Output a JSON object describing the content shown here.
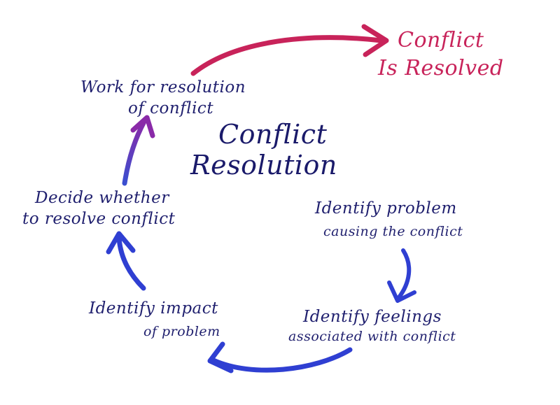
{
  "center": {
    "line1": "Conflict",
    "line2": "Resolution"
  },
  "outcome": {
    "line1": "Conflict",
    "line2": "Is Resolved"
  },
  "steps": {
    "problem": {
      "line1": "Identify  problem",
      "line2": "causing the conflict"
    },
    "feelings": {
      "line1": "Identify feelings",
      "line2": "associated with conflict"
    },
    "impact": {
      "line1": "Identify impact",
      "line2": "of problem"
    },
    "decide": {
      "line1": "Decide whether",
      "line2": "to resolve conflict"
    },
    "work": {
      "line1": "Work for resolution",
      "line2": "of conflict"
    }
  },
  "colors": {
    "text": "#1f1f6e",
    "outcome": "#c8235a",
    "arrow_blue": "#2f3fd2",
    "arrow_purple": "#8a2aa8"
  }
}
